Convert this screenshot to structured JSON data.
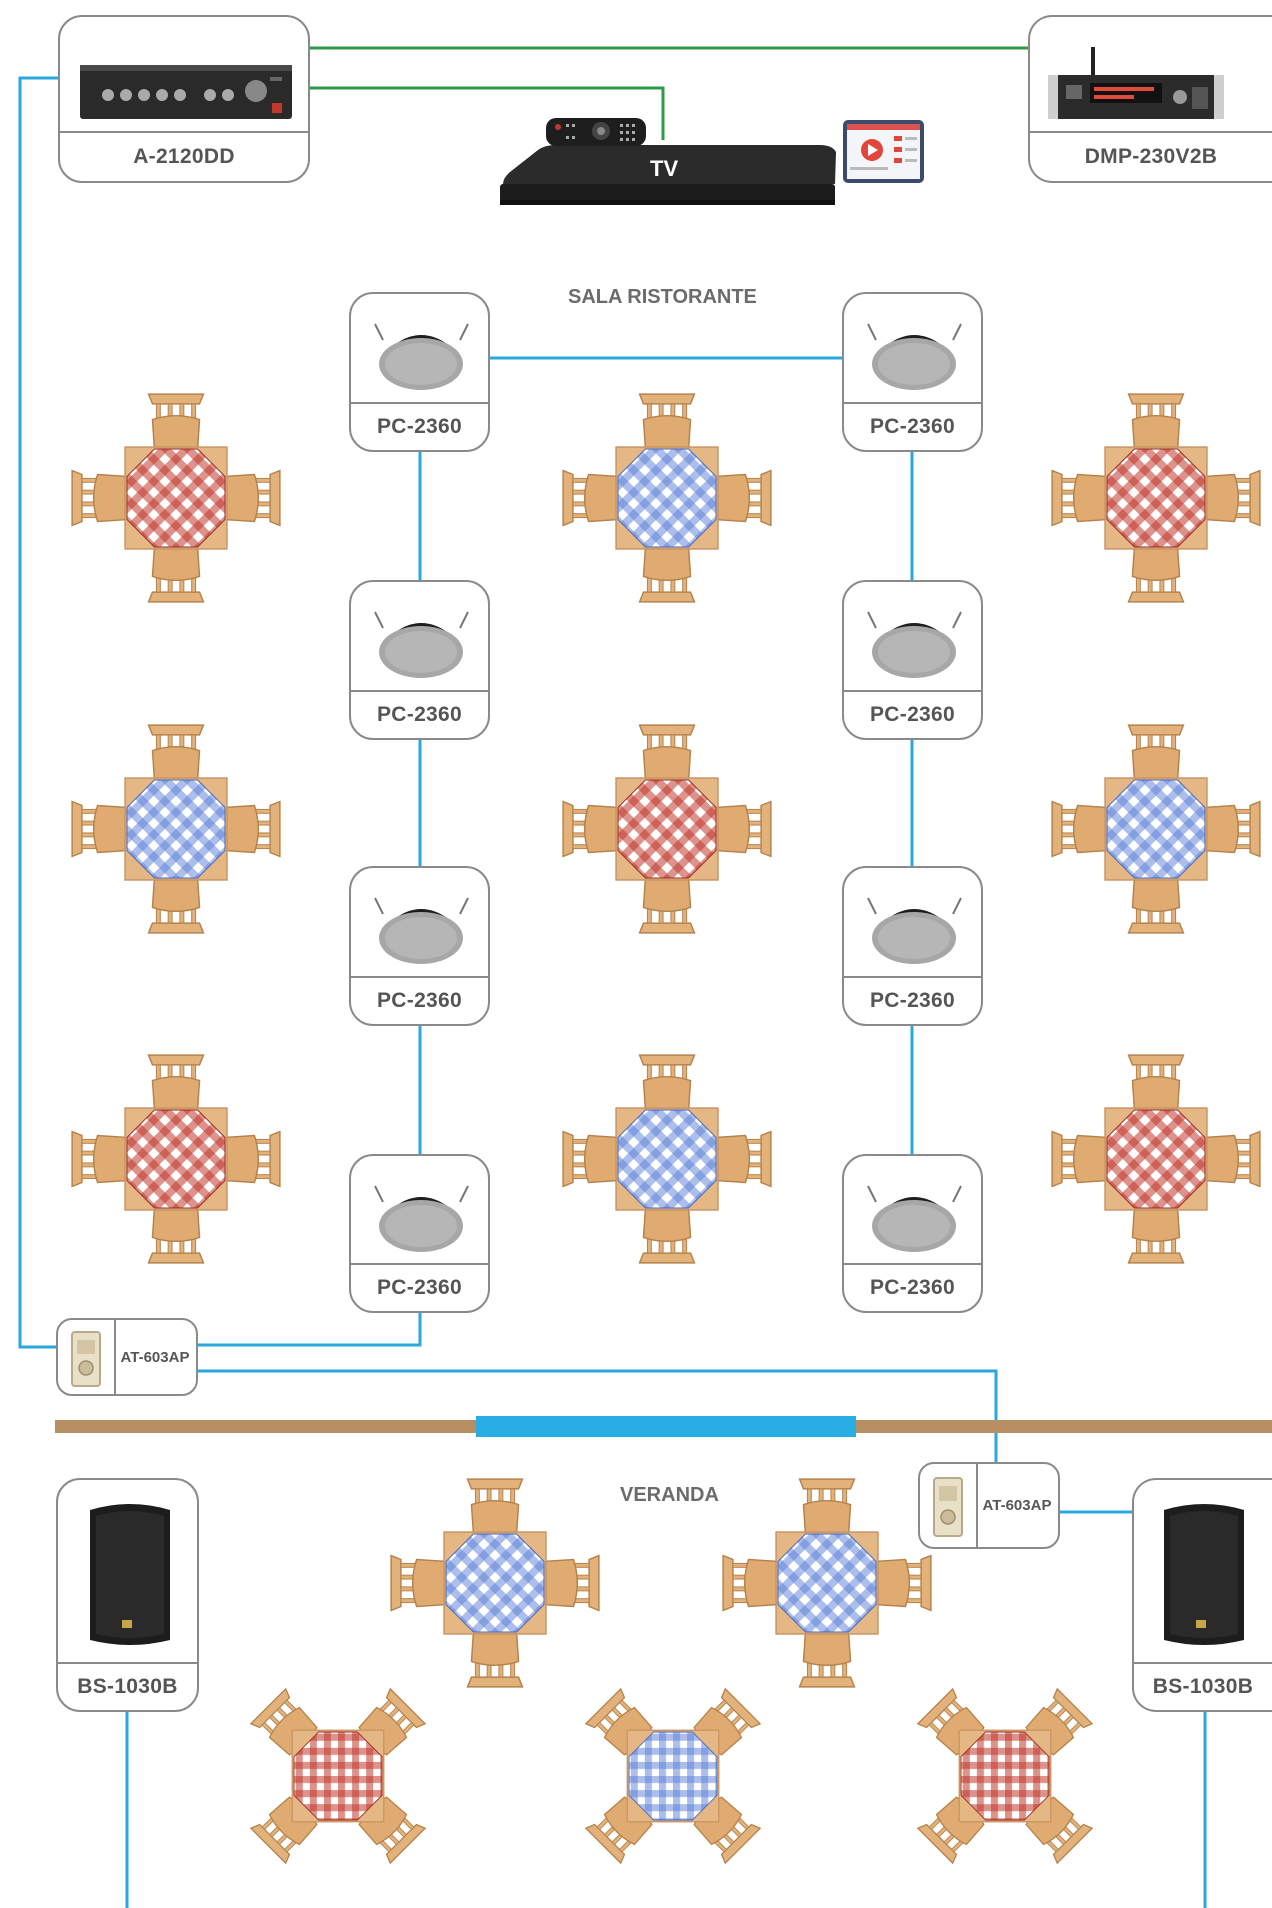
{
  "areas": {
    "restaurant": "SALA RISTORANTE",
    "veranda": "VERANDA"
  },
  "devices": {
    "amplifier": "A-2120DD",
    "player": "DMP-230V2B",
    "tv": "TV",
    "ceiling_speaker": "PC-2360",
    "attenuator": "AT-603AP",
    "wall_speaker": "BS-1030B"
  },
  "colors": {
    "speaker_line": "#2aa7dc",
    "audio_line": "#2f9a45",
    "red_cloth": "#b0281f",
    "blue_cloth": "#5f7fd0",
    "wood": "#d9a46c",
    "wall": "#b88f63",
    "glass": "#29aee3"
  },
  "tables": {
    "restaurant_cloth_pattern": [
      "red",
      "blue",
      "red",
      "blue",
      "red",
      "blue",
      "red",
      "blue",
      "red"
    ],
    "veranda_cloth_pattern": [
      "blue",
      "blue",
      "red",
      "blue",
      "red"
    ]
  }
}
